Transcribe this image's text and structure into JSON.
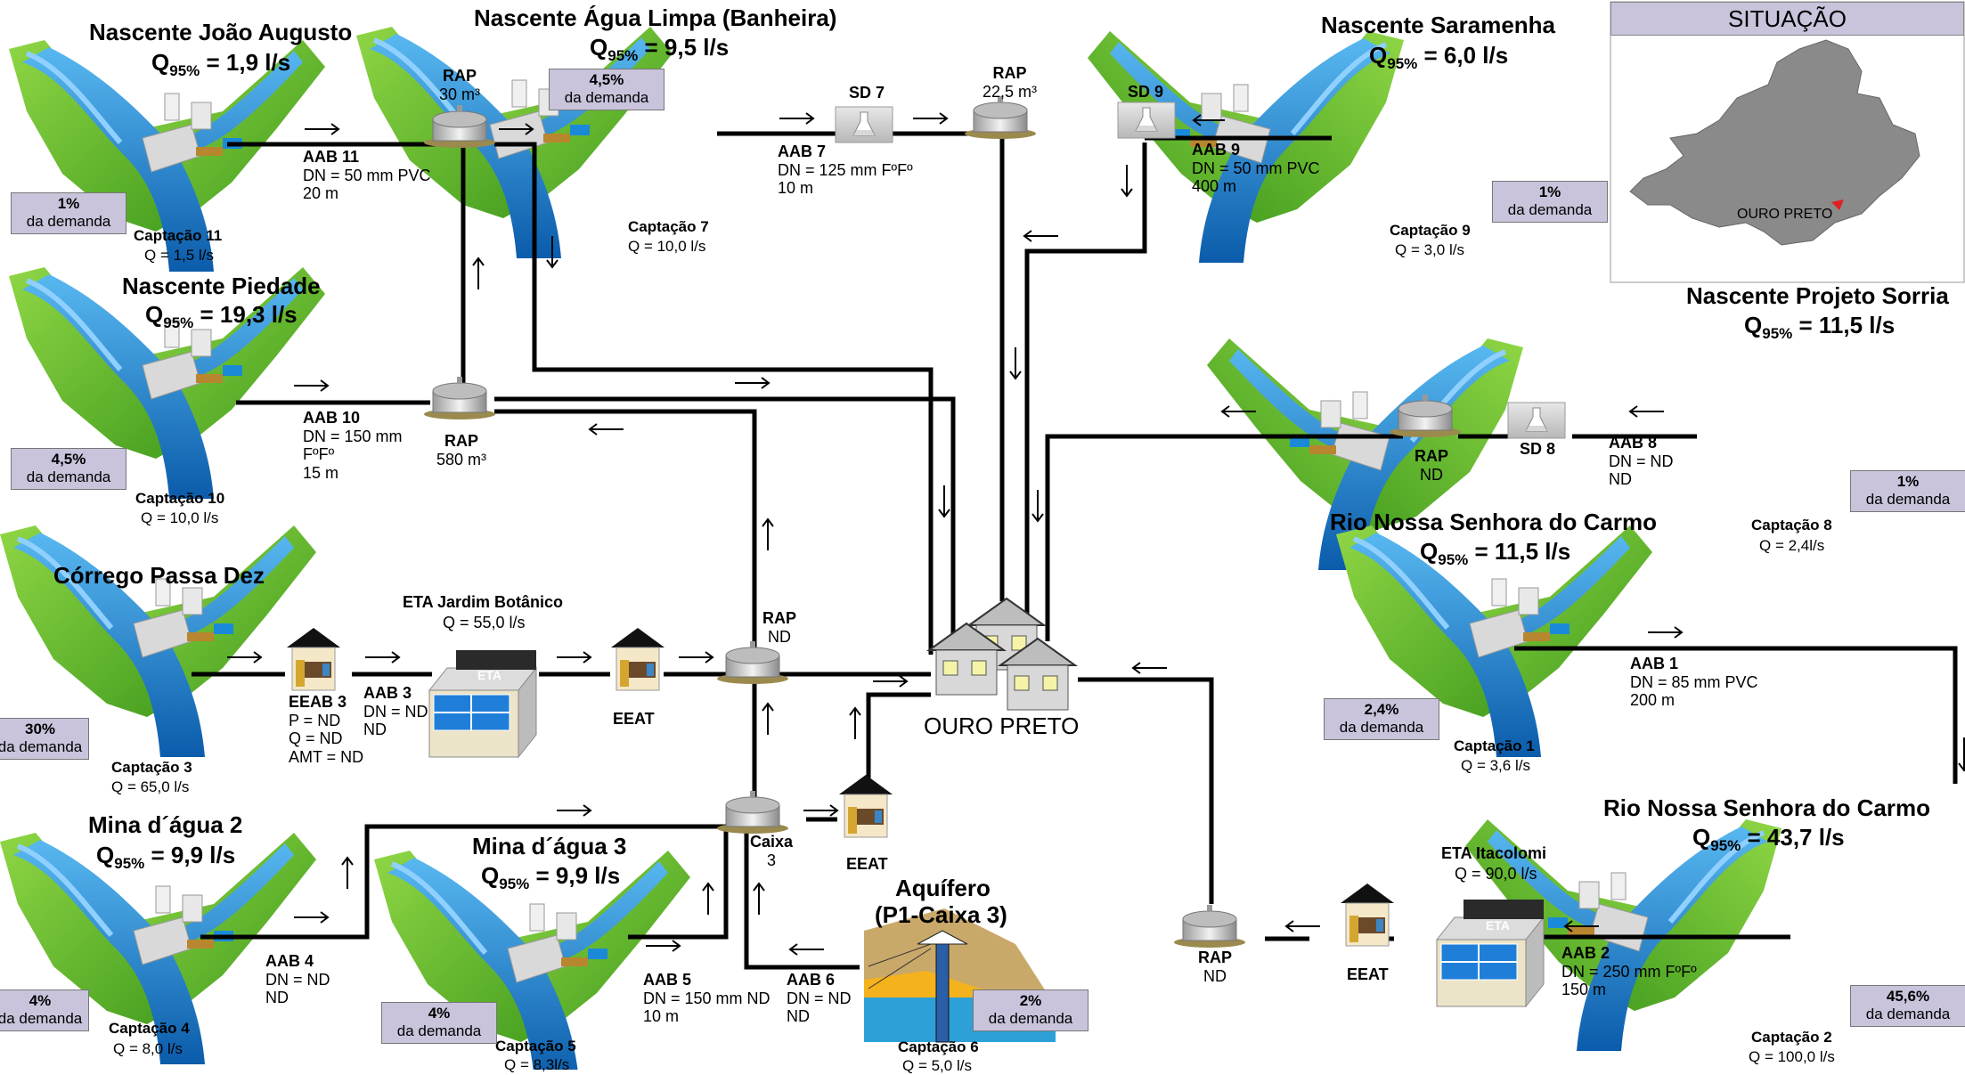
{
  "springs": {
    "joao": {
      "title": "Nascente João Augusto",
      "q": "1,9 l/s",
      "cap": "Captação 11",
      "capq": "Q = 1,5 l/s",
      "pct": "1%"
    },
    "agua_limpa": {
      "title": "Nascente Água Limpa (Banheira)",
      "q": "9,5 l/s",
      "cap": "Captação 7",
      "capq": "Q = 10,0 l/s",
      "pct": "4,5%"
    },
    "saramenha": {
      "title": "Nascente Saramenha",
      "q": "6,0 l/s",
      "cap": "Captação 9",
      "capq": "Q = 3,0 l/s",
      "pct": "1%"
    },
    "piedade": {
      "title": "Nascente Piedade",
      "q": "19,3 l/s",
      "cap": "Captação 10",
      "capq": "Q = 10,0 l/s",
      "pct": "4,5%"
    },
    "sorria": {
      "title": "Nascente Projeto Sorria",
      "q": "11,5 l/s",
      "cap": "Captação 8",
      "capq": "Q = 2,4l/s",
      "pct": "1%"
    },
    "passa_dez": {
      "title": "Córrego Passa Dez",
      "cap": "Captação 3",
      "capq": "Q = 65,0 l/s",
      "pct": "30%"
    },
    "carmo1": {
      "title": "Rio Nossa Senhora do Carmo",
      "q": "11,5 l/s",
      "cap": "Captação 1",
      "capq": "Q = 3,6 l/s",
      "pct": "2,4%"
    },
    "carmo2": {
      "title": "Rio Nossa Senhora do Carmo",
      "q": "43,7 l/s",
      "cap": "Captação 2",
      "capq": "Q = 100,0 l/s",
      "pct": "45,6%"
    },
    "mina2": {
      "title": "Mina d´água 2",
      "q": "9,9 l/s",
      "cap": "Captação 4",
      "capq": "Q = 8,0 l/s",
      "pct": "4%"
    },
    "mina3": {
      "title": "Mina d´água 3",
      "q": "9,9 l/s",
      "cap": "Captação 5",
      "capq": "Q = 8,3l/s",
      "pct": "4%"
    },
    "aquifero": {
      "title1": "Aquífero",
      "title2": "(P1-Caixa 3)",
      "cap": "Captação 6",
      "capq": "Q = 5,0 l/s",
      "pct": "2%"
    }
  },
  "common": {
    "q_prefix": "Q",
    "q_sub": "95%",
    "q_eq": " = ",
    "demand": "da demanda"
  },
  "adductors": {
    "aab11": [
      "AAB 11",
      "DN = 50 mm PVC",
      "20 m"
    ],
    "aab7": [
      "AAB 7",
      "DN = 125 mm FºFº",
      "10 m"
    ],
    "aab9": [
      "AAB 9",
      "DN = 50 mm PVC",
      "400 m"
    ],
    "aab10": [
      "AAB 10",
      "DN = 150 mm",
      "FºFº",
      "15 m"
    ],
    "aab8": [
      "AAB 8",
      "DN = ND",
      "ND"
    ],
    "aab1": [
      "AAB 1",
      "DN = 85 mm PVC",
      "200 m"
    ],
    "aab3": [
      "AAB 3",
      "DN = ND",
      "ND"
    ],
    "eeab3": [
      "EEAB 3",
      "P = ND",
      "Q = ND",
      "AMT = ND"
    ],
    "aab2": [
      "AAB 2",
      "DN = 250 mm FºFº",
      "150 m"
    ],
    "aab4": [
      "AAB 4",
      "DN = ND",
      "ND"
    ],
    "aab5": [
      "AAB 5",
      "DN = 150 mm ND",
      "10 m"
    ],
    "aab6": [
      "AAB 6",
      "DN = ND",
      "ND"
    ]
  },
  "structures": {
    "rap30": [
      "RAP",
      "30 m³"
    ],
    "rap22": [
      "RAP",
      "22,5 m³"
    ],
    "rap580": [
      "RAP",
      "580 m³"
    ],
    "rap_nd_right": [
      "RAP",
      "ND"
    ],
    "rap_nd_center": [
      "RAP",
      "ND"
    ],
    "rap_nd_bottom": [
      "RAP",
      "ND"
    ],
    "caixa3": [
      "Caixa",
      "3"
    ],
    "sd7": "SD 7",
    "sd9": "SD 9",
    "sd8": "SD 8",
    "eta_jb_name": "ETA Jardim Botânico",
    "eta_jb_q": "Q = 55,0 l/s",
    "eta_it_name": "ETA Itacolomi",
    "eta_it_q": "Q = 90,0 l/s",
    "eta_label": "ETA",
    "eeat": "EEAT",
    "city": "OURO PRETO"
  },
  "situacao": {
    "title": "SITUAÇÃO",
    "city": "OURO PRETO"
  },
  "colors": {
    "green": "#6bbf2a",
    "water": "#1e7fd0",
    "box": "#c9c4dc",
    "line": "#000000"
  }
}
